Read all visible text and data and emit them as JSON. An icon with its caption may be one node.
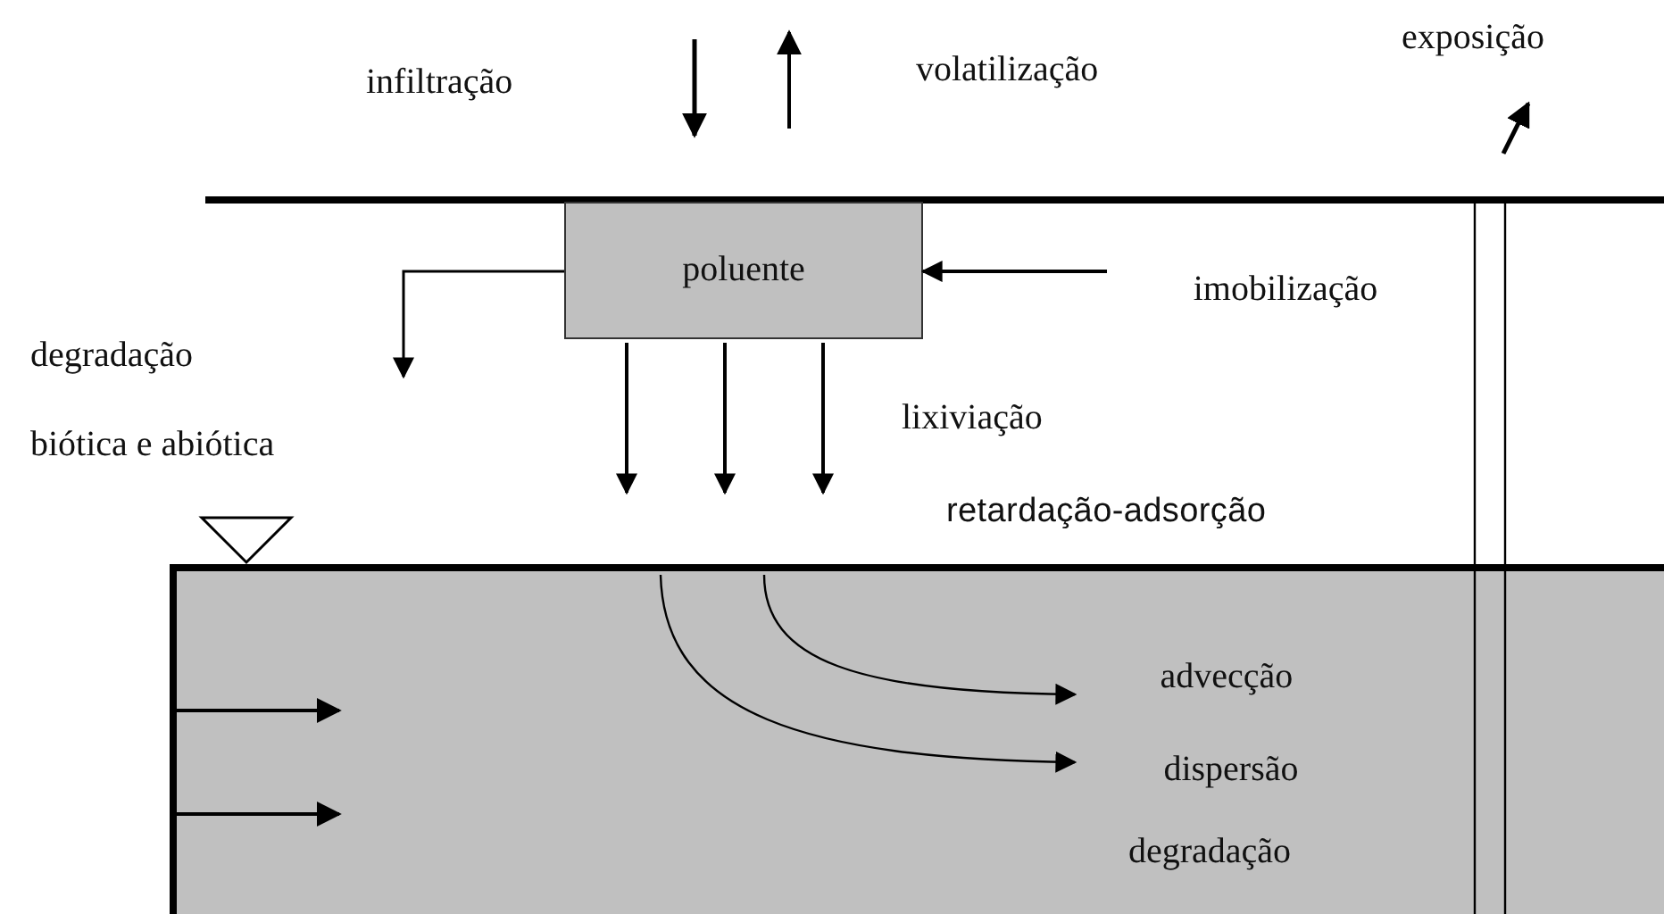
{
  "diagram": {
    "nodes": [
      {
        "text": [
          "poluente"
        ]
      },
      {
        "text": [
          "imobilização"
        ]
      },
      {
        "text": [],
        "shape": "box"
      },
      {
        "text": [
          "advecção"
        ],
        "in": 2
      },
      {
        "text": [
          "dispersão"
        ],
        "in": 2
      }
    ],
    "edges": [
      {
        "from": 1,
        "to": 0,
        "arrow": "to"
      },
      {
        "from": 0,
        "to": null,
        "arrow": "to"
      },
      {
        "from": 0,
        "to": null,
        "arrow": "to"
      },
      {
        "from": 0,
        "to": null,
        "arrow": "to"
      },
      {
        "from": 0,
        "to": null,
        "arrow": "to"
      },
      {
        "from": null,
        "to": 3,
        "arrow": "to"
      },
      {
        "from": null,
        "to": 4,
        "arrow": "to"
      }
    ],
    "labels": [
      "infiltração",
      "volatilização",
      "exposição",
      "degradação",
      "biótica e abiótica",
      "lixiviação",
      "retardação-adsorção",
      "degradação"
    ]
  }
}
